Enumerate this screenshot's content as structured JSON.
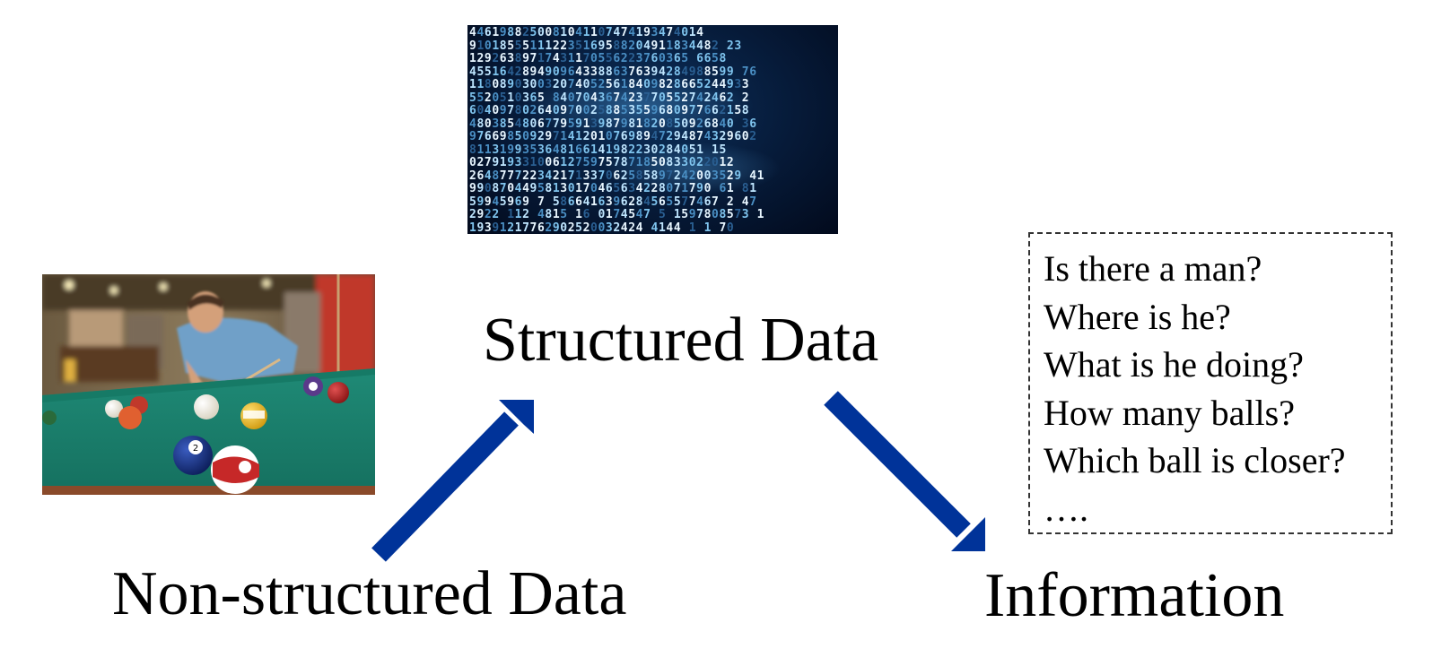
{
  "labels": {
    "structured": "Structured Data",
    "nonstructured": "Non-structured Data",
    "information": "Information"
  },
  "questions": [
    "Is there a man?",
    "Where is he?",
    "What is he doing?",
    "How many balls?",
    "Which ball is closer?",
    "…."
  ],
  "matrix_rows": [
    "4461988250081041107474193474014",
    "910185551112235169588204911834482 23",
    "12926389717431170556223760365 6658",
    "45516428949096433886376394284988599 76",
    "1180890300320740525618409828665244933",
    "5520510365 840704367423770552742462 2",
    "6040978026409700258853559680977662158",
    "48038548067795913987981820850926840 36",
    "97669850929714120107698947294874329602",
    "8113199353648166141982230284051 15",
    "02791933100612759757871850833022012",
    "264877722342171337062585897242003529 41",
    "99087044958130170465634228071790 61 81",
    "59945969 7 5866416396284565577467 2 47",
    "2922 112 4815 16 0174547 5 1597808573 1",
    "19391217762902520032424 4144 1 1 70"
  ],
  "colors": {
    "arrow": "#003399",
    "box_border": "#333333",
    "text": "#000000"
  },
  "icons": {
    "arrow_up": "arrow-up-right-icon",
    "arrow_down": "arrow-down-right-icon"
  }
}
